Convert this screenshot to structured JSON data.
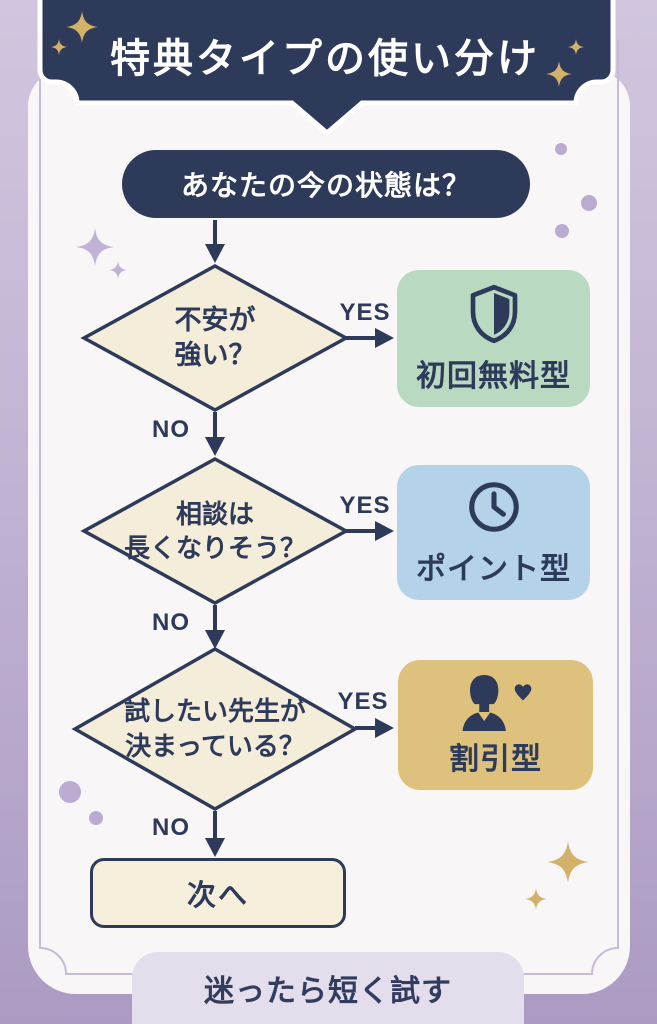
{
  "title": "特典タイプの使い分け",
  "start": {
    "label": "あなたの今の状態は？"
  },
  "decisions": [
    {
      "question_lines": [
        "不安が",
        "強い？"
      ],
      "yes": "YES",
      "no": "NO",
      "result": {
        "label": "初回無料型",
        "icon": "shield-icon",
        "color": "#b9d9c0"
      }
    },
    {
      "question_lines": [
        "相談は",
        "長くなりそう？"
      ],
      "yes": "YES",
      "no": "NO",
      "result": {
        "label": "ポイント型",
        "icon": "clock-icon",
        "color": "#b4d2e8"
      }
    },
    {
      "question_lines": [
        "試したい先生が",
        "決まっている？"
      ],
      "yes": "YES",
      "no": "NO",
      "result": {
        "label": "割引型",
        "icon": "person-heart-icon",
        "color": "#ddc17c"
      }
    }
  ],
  "fallback": {
    "label": "次へ"
  },
  "footer": {
    "label": "迷ったら短く試す"
  },
  "colors": {
    "background_purple": "#c0b2d2",
    "panel": "#f8f6f7",
    "navy": "#2e3a5a",
    "diamond_fill": "#f4edda",
    "card_green": "#b9d9c0",
    "card_blue": "#b4d2e8",
    "card_gold": "#ddc17c",
    "footer_lavender": "#e3ddec",
    "sparkle_gold": "#d3b169",
    "sparkle_purple": "#c3b2d8"
  }
}
